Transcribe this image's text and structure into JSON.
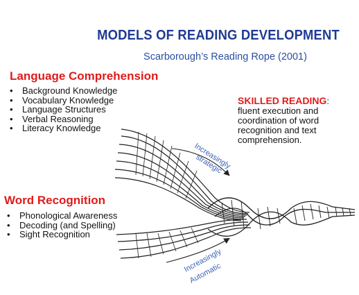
{
  "title": "MODELS OF READING DEVELOPMENT",
  "subtitle": "Scarborough’s Reading Rope (2001)",
  "language_comprehension": {
    "heading": "Language Comprehension",
    "items": [
      "Background Knowledge",
      "Vocabulary Knowledge",
      "Language Structures",
      "Verbal Reasoning",
      "Literacy Knowledge"
    ]
  },
  "word_recognition": {
    "heading": "Word Recognition",
    "items": [
      "Phonological Awareness",
      "Decoding (and Spelling)",
      "Sight Recognition"
    ]
  },
  "skilled_reading": {
    "label": "SKILLED READING",
    "lines": [
      "fluent execution and",
      "coordination of word",
      "recognition and text",
      "comprehension."
    ]
  },
  "arrows": {
    "upper_line1": "Increasingly",
    "upper_line2": "strategic",
    "lower_line1": "Increasingly",
    "lower_line2": "Automatic"
  },
  "colors": {
    "title": "#1f3a93",
    "heading": "#e01b1b",
    "arrow_label": "#3a64b8"
  }
}
